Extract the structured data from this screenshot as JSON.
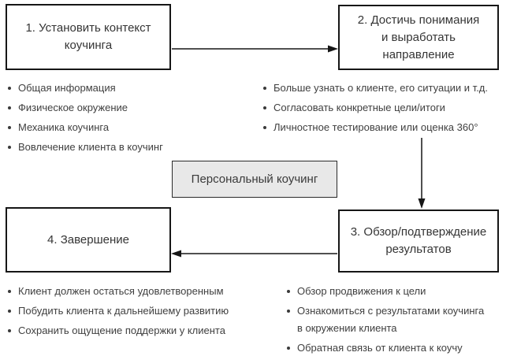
{
  "diagram_title": "Персональный коучинг",
  "boxes": {
    "box1": {
      "title": "1. Установить контекст коучинга",
      "lines": [
        "1. Установить контекст",
        "коучинга"
      ]
    },
    "box2": {
      "title": "2. Достичь понимания и выработать направление",
      "lines": [
        "2. Достичь понимания",
        "и выработать",
        "направление"
      ]
    },
    "box3": {
      "title": "3. Обзор/подтверждение результатов",
      "lines": [
        "3. Обзор/подтверждение",
        "результатов"
      ]
    },
    "box4": {
      "title": "4. Завершение",
      "lines": [
        "4. Завершение"
      ]
    },
    "center": {
      "title": "Персональный коучинг"
    }
  },
  "lists": {
    "box1_details": [
      "Общая информация",
      "Физическое окружение",
      "Механика коучинга",
      "Вовлечение клиента в коучинг"
    ],
    "box2_details": [
      "Больше узнать о клиенте, его ситуации и т.д.",
      "Согласовать конкретные цели/итоги",
      "Личностное тестирование или оценка 360°"
    ],
    "box3_details": [
      "Обзор продвижения к цели",
      "Ознакомиться с результатами коучинга в окружении клиента",
      "Обратная связь от клиента к коучу"
    ],
    "box4_details": [
      "Клиент должен остаться удовлетворенным",
      "Побудить клиента к дальнейшему развитию",
      "Сохранить ощущение поддержки у клиента"
    ]
  },
  "arrows": [
    {
      "name": "arrow-step1-to-step2",
      "direction": "right"
    },
    {
      "name": "arrow-step2-to-step3",
      "direction": "down"
    },
    {
      "name": "arrow-step3-to-step4",
      "direction": "left"
    }
  ],
  "colors": {
    "background": "#ffffff",
    "box_border": "#161616",
    "center_box_fill": "#e8e8e8",
    "text": "#3d3d3d"
  }
}
